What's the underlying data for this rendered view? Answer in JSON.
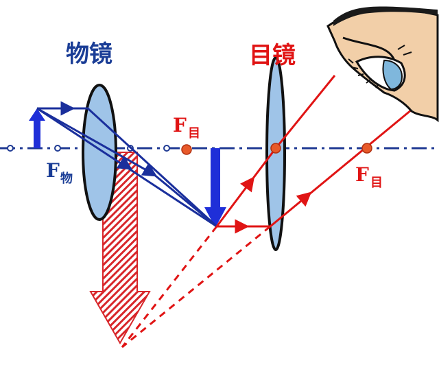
{
  "labels": {
    "objective": "物镜",
    "eyepiece": "目镜",
    "f_letter": "F",
    "f_objective_sub": "物",
    "f_eyepiece_sub": "目"
  },
  "colors": {
    "blue": "#1a2f9c",
    "red": "#e01414",
    "lens_fill": "#9fc4e8",
    "lens_stroke": "#111111",
    "focal_dot": "#e85a2a",
    "axis": "#1f3a93"
  },
  "icons": {
    "eye": "eye-icon"
  }
}
